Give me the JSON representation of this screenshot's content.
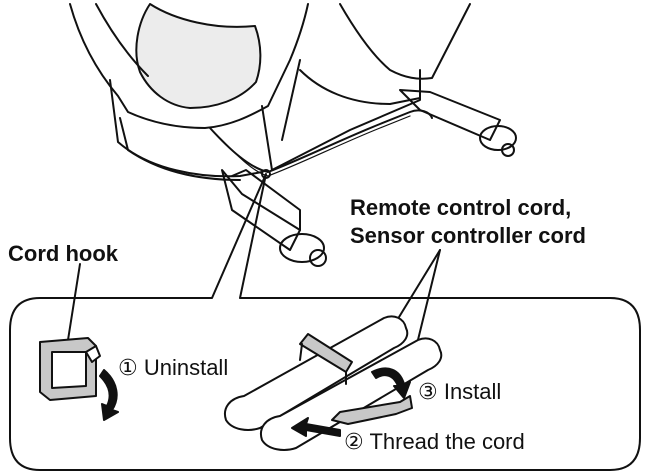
{
  "labels": {
    "cord_hook": "Cord hook",
    "cord_names_line1": "Remote control cord,",
    "cord_names_line2": "Sensor controller cord"
  },
  "steps": {
    "uninstall": "① Uninstall",
    "install": "③ Install",
    "thread": "② Thread the cord"
  },
  "colors": {
    "ink": "#111111",
    "fill_gray": "#c8c8c8",
    "fill_light": "#ececec",
    "background": "#ffffff"
  }
}
